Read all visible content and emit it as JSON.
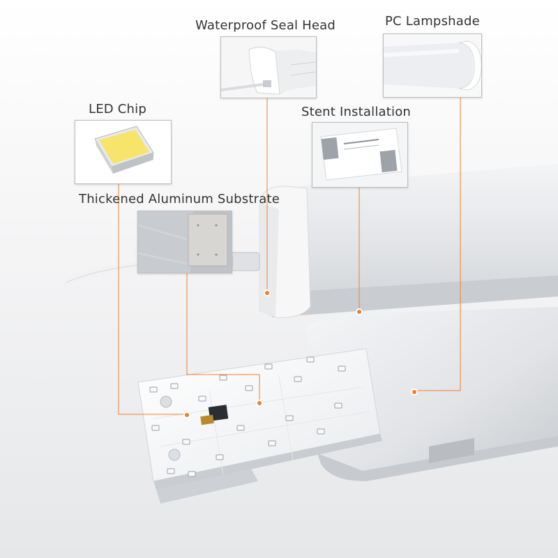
{
  "labels": {
    "waterproof_seal_head": "Waterproof Seal Head",
    "pc_lampshade": "PC Lampshade",
    "led_chip": "LED Chip",
    "stent_installation": "Stent Installation",
    "thickened_aluminum_substrate": "Thickened Aluminum Substrate"
  },
  "colors": {
    "callout": "#f07f2a",
    "led_yellow": "#f7e46b",
    "aluminum": "#c9c9c9",
    "housing": "#eef0f2"
  }
}
